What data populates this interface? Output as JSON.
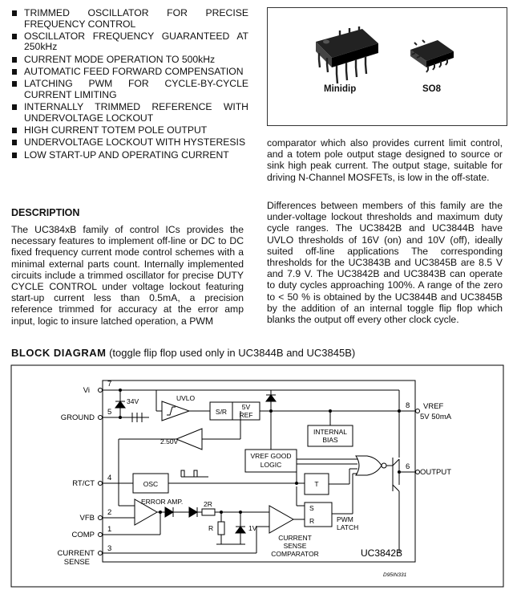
{
  "features": [
    "TRIMMED OSCILLATOR FOR PRECISE FREQUENCY CONTROL",
    "OSCILLATOR FREQUENCY GUARANTEED AT 250kHz",
    "CURRENT MODE OPERATION TO 500kHz",
    "AUTOMATIC FEED FORWARD COMPENSATION",
    "LATCHING PWM FOR CYCLE-BY-CYCLE CURRENT LIMITING",
    "INTERNALLY TRIMMED REFERENCE WITH UNDERVOLTAGE LOCKOUT",
    "HIGH CURRENT TOTEM POLE OUTPUT",
    "UNDERVOLTAGE LOCKOUT WITH HYSTERESIS",
    "LOW START-UP AND OPERATING CURRENT"
  ],
  "packages": {
    "minidip": "Minidip",
    "so8": "SO8"
  },
  "description": {
    "heading": "DESCRIPTION",
    "para1": "The UC384xB family of control ICs provides the necessary features to implement off-line or DC to DC fixed frequency current mode control schemes with a minimal external parts count. Internally implemented circuits include a trimmed oscillator for precise DUTY CYCLE CONTROL under voltage lockout featuring start-up current less than 0.5mA, a precision reference trimmed for accuracy at the error amp input, logic to insure latched operation, a PWM",
    "para1_cont": "comparator which also provides current limit control, and a totem pole output stage designed to source or sink high peak current. The output stage, suitable for driving N-Channel MOSFETs, is low in the off-state.",
    "para2": "Differences between members of this family are the under-voltage lockout thresholds and maximum duty cycle ranges. The UC3842B and UC3844B have UVLO thresholds of 16V (on) and 10V (off), ideally suited off-line applications The corresponding thresholds for the UC3843B and UC3845B are 8.5 V and 7.9 V. The UC3842B and UC3843B can operate to duty cycles approaching 100%. A range of the zero to < 50 % is obtained by the UC3844B and UC3845B by the addition of an internal toggle flip flop which blanks the output off every other clock cycle."
  },
  "block_diagram": {
    "title": "BLOCK DIAGRAM",
    "subtitle": "(toggle flip flop used only in UC3844B and UC3845B)",
    "pins": {
      "vi": "Vi",
      "vi_num": "7",
      "ground": "GROUND",
      "ground_num": "5",
      "rtct": "RT/CT",
      "rtct_num": "4",
      "vfb": "VFB",
      "vfb_num": "2",
      "comp": "COMP",
      "comp_num": "1",
      "cs_line1": "CURRENT",
      "cs_line2": "SENSE",
      "cs_num": "3",
      "vref": "VREF",
      "vref_spec": "5V 50mA",
      "vref_num": "8",
      "output": "OUTPUT",
      "output_num": "6"
    },
    "blocks": {
      "zener": "34V",
      "uvlo": "UVLO",
      "sr": "S/R",
      "ref_line1": "5V",
      "ref_line2": "REF",
      "internal_bias_1": "INTERNAL",
      "internal_bias_2": "BIAS",
      "v250": "2.50V",
      "vref_good_1": "VREF GOOD",
      "vref_good_2": "LOGIC",
      "osc": "OSC",
      "toggle": "T",
      "error_amp": "ERROR AMP.",
      "r2": "2R",
      "r": "R",
      "v1": "1V",
      "latch_s": "S",
      "latch_r": "R",
      "pwm_1": "PWM",
      "pwm_2": "LATCH",
      "csc_1": "CURRENT",
      "csc_2": "SENSE",
      "csc_3": "COMPARATOR",
      "part": "UC3842B",
      "code": "D95IN331"
    }
  }
}
